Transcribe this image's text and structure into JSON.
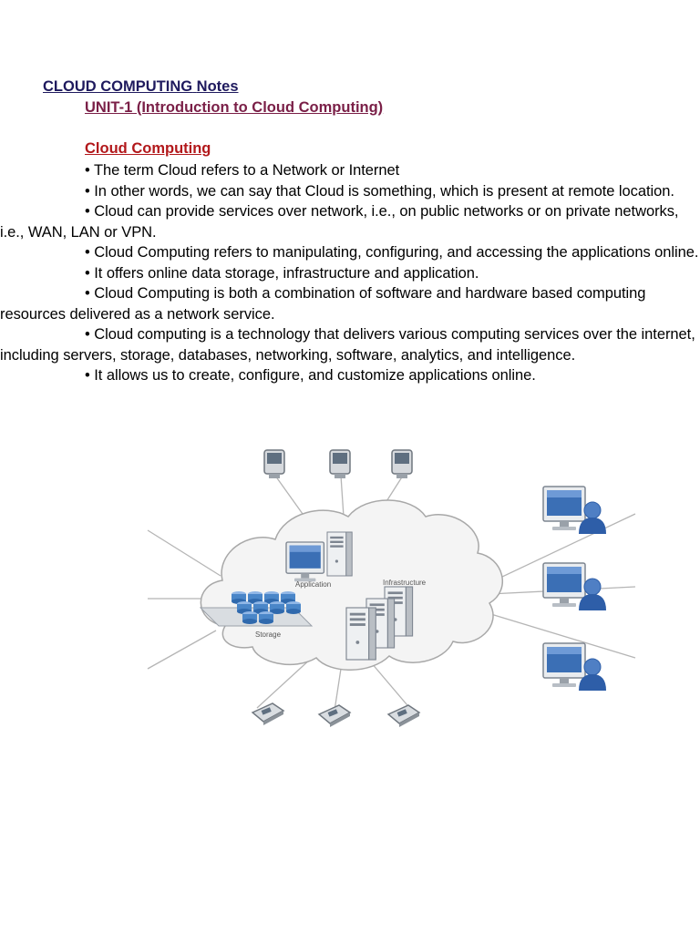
{
  "document": {
    "title": "CLOUD COMPUTING",
    "title_suffix": "Notes",
    "unit": "UNIT-1 (Introduction to Cloud Computing)",
    "section": "Cloud Computing",
    "bullets": [
      "• The term Cloud refers to a Network or Internet",
      "• In other words, we can say that Cloud is something, which is present at remote location.",
      "• Cloud can provide services over network, i.e., on public networks or on private networks, i.e., WAN, LAN or VPN.",
      "• Cloud Computing refers to manipulating, configuring, and accessing the applications online.",
      "• It offers online data storage, infrastructure and application.",
      "• Cloud Computing is both a combination of software and hardware based computing resources delivered as a network service.",
      "• Cloud computing is a technology that delivers various computing services over the internet, including servers, storage, databases, networking, software, analytics, and intelligence.",
      "• It allows us to create, configure, and customize applications online."
    ]
  },
  "diagram": {
    "labels": {
      "application": "Application",
      "infrastructure": "Infrastructure",
      "storage": "Storage"
    },
    "colors": {
      "line": "#b5b5b5",
      "cloud_fill": "#f4f4f4",
      "monitor_screen": "#3b6fb5",
      "user": "#2e5ea8",
      "db": "#4a86c8"
    }
  }
}
